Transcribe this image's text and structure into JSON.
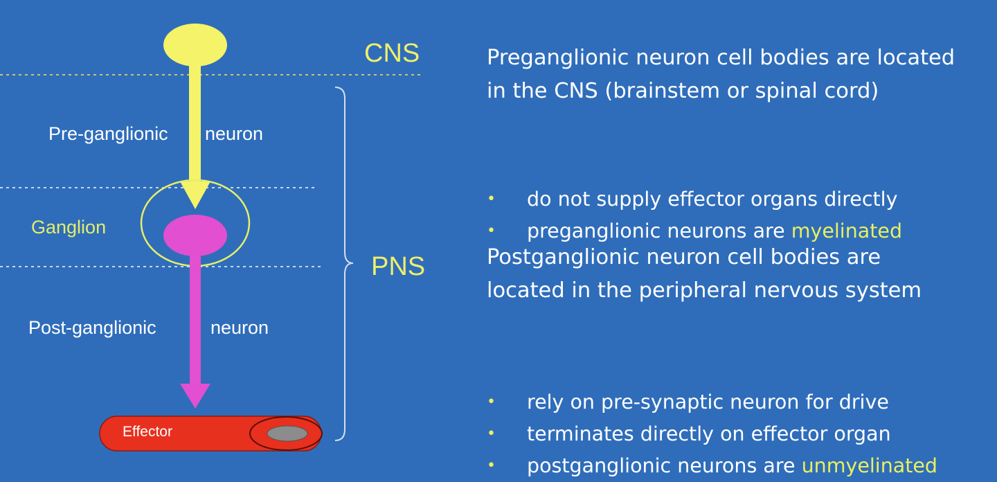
{
  "diagram": {
    "cns_label": "CNS",
    "pns_label": "PNS",
    "pre_label_left": "Pre-ganglionic",
    "pre_label_right": "neuron",
    "ganglion_label": "Ganglion",
    "post_label_left": "Post-ganglionic",
    "post_label_right": "neuron",
    "effector_label": "Effector"
  },
  "text": {
    "pre_para_line1": "Preganglionic neuron cell bodies are located",
    "pre_para_line2": "in the CNS (brainstem or spinal cord)",
    "pre_bullets": [
      {
        "text": "do not supply effector organs directly",
        "highlight": ""
      },
      {
        "text": "preganglionic neurons are ",
        "highlight": "myelinated"
      }
    ],
    "post_para_line1": "Postganglionic neuron cell bodies are",
    "post_para_line2": "located in the peripheral nervous system",
    "post_bullets": [
      {
        "text": "rely on pre-synaptic neuron for drive",
        "highlight": ""
      },
      {
        "text": "terminates directly on effector organ",
        "highlight": ""
      },
      {
        "text": "postganglionic neurons are ",
        "highlight": "unmyelinated"
      }
    ],
    "bullet_glyph": "•"
  },
  "colors": {
    "background": "#2f6dba",
    "pre_neuron": "#f4f36a",
    "post_neuron": "#e24fd0",
    "effector": "#e8301e",
    "highlight": "#e8f060",
    "label_yellow": "#f0ef6a"
  }
}
